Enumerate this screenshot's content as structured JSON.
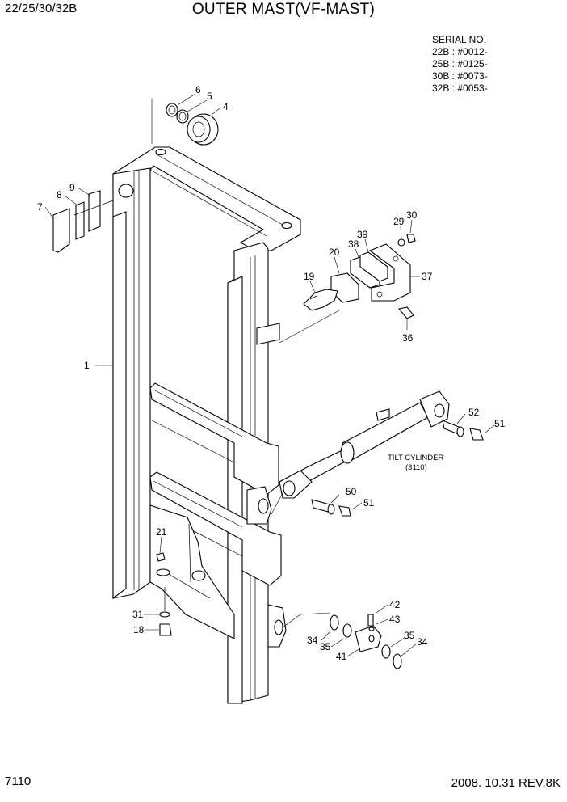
{
  "header": {
    "models": "22/25/30/32B",
    "title": "OUTER MAST(VF-MAST)"
  },
  "serial": {
    "heading": "SERIAL NO.",
    "rows": [
      "22B : #0012-",
      "25B : #0125-",
      "30B : #0073-",
      "32B : #0053-"
    ]
  },
  "callouts": {
    "c1": "1",
    "c4": "4",
    "c5": "5",
    "c6": "6",
    "c7": "7",
    "c8": "8",
    "c9": "9",
    "c18": "18",
    "c19": "19",
    "c20": "20",
    "c21": "21",
    "c29": "29",
    "c30": "30",
    "c31": "31",
    "c34a": "34",
    "c34b": "34",
    "c35a": "35",
    "c35b": "35",
    "c36": "36",
    "c37": "37",
    "c38": "38",
    "c39": "39",
    "c41": "41",
    "c42": "42",
    "c43": "43",
    "c50": "50",
    "c51a": "51",
    "c51b": "51",
    "c52": "52"
  },
  "tilt_cylinder": {
    "label": "TILT CYLINDER",
    "ref": "(3110)"
  },
  "footer": {
    "page": "7110",
    "date_rev": "2008. 10.31  REV.8K"
  }
}
